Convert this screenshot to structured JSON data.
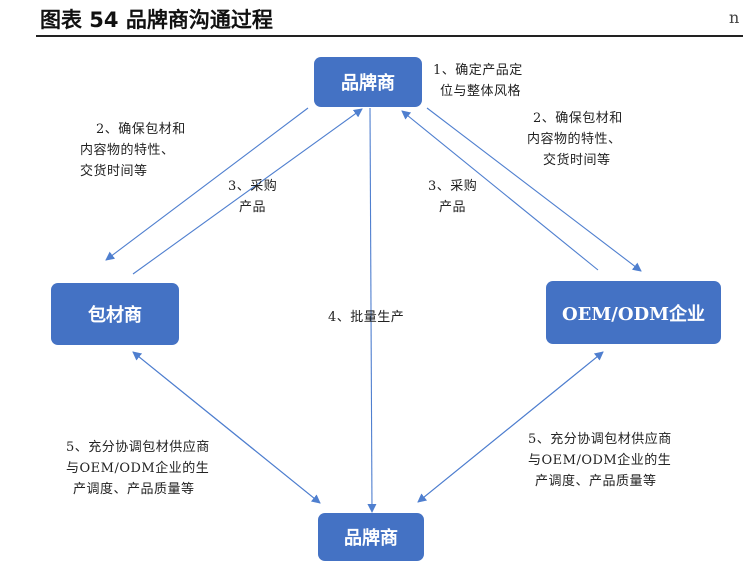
{
  "header": {
    "title": "图表 54  品牌商沟通过程",
    "edge_mark": "n"
  },
  "nodes": {
    "brand_top": "品牌商",
    "packaging": "包材商",
    "oem": "OEM/ODM企业",
    "brand_bottom": "品牌商"
  },
  "labels": {
    "confirm_positioning": [
      "1、确定产品定",
      "位与整体风格"
    ],
    "ensure_left": [
      "2、确保包材和",
      "内容物的特性、",
      "交货时间等"
    ],
    "ensure_right": [
      "2、确保包材和",
      "内容物的特性、",
      "交货时间等"
    ],
    "purchase_left": [
      "3、采购",
      "产品"
    ],
    "purchase_right": [
      "3、采购",
      "产品"
    ],
    "mass_production": "4、批量生产",
    "coordinate_left": [
      "5、充分协调包材供应商",
      "与OEM/ODM企业的生",
      "产调度、产品质量等"
    ],
    "coordinate_right": [
      "5、充分协调包材供应商",
      "与OEM/ODM企业的生",
      "产调度、产品质量等"
    ]
  },
  "colors": {
    "node_fill": "#4472c4",
    "arrow": "#4f7fcf"
  }
}
